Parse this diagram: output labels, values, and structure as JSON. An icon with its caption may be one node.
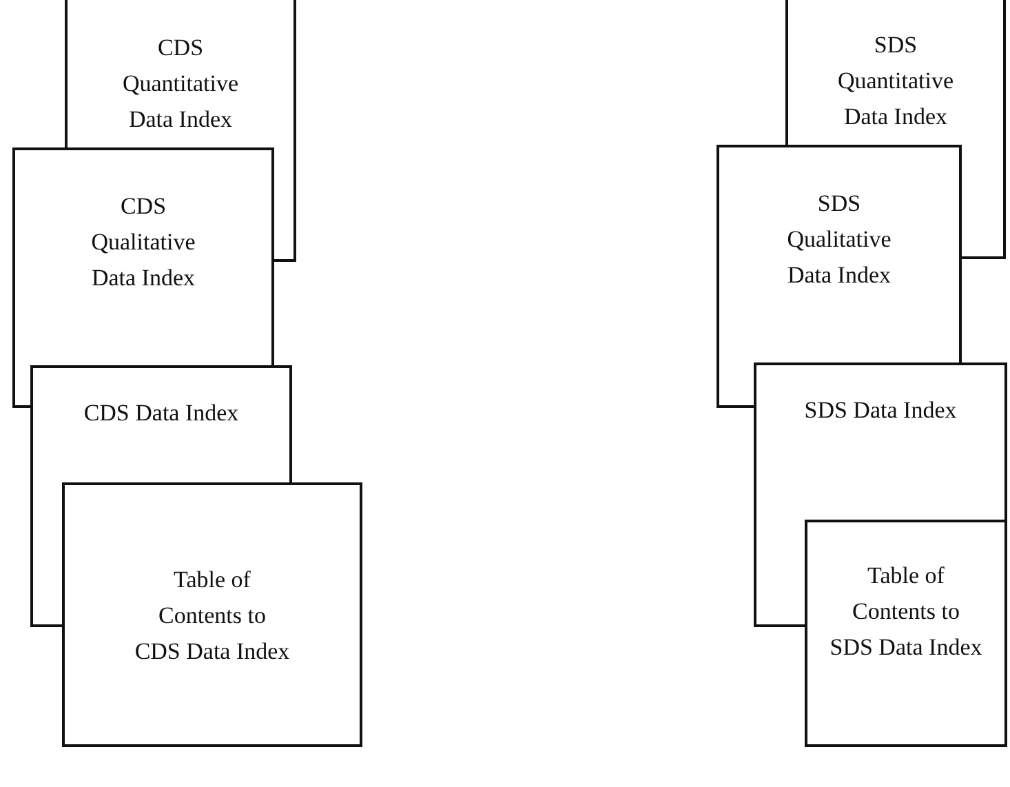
{
  "diagram": {
    "nodes": [
      {
        "text": [
          "CDS Quantitative Data Index"
        ]
      },
      {
        "text": [
          "CDS Qualitative Data Index"
        ]
      },
      {
        "text": [
          "CDS Data Index"
        ]
      },
      {
        "text": [
          "Table of Contents to CDS Data Index"
        ]
      },
      {
        "text": [
          "SDS Quantitative Data Index"
        ]
      },
      {
        "text": [
          "SDS Qualitative Data Index"
        ]
      },
      {
        "text": [
          "SDS Data Index"
        ]
      },
      {
        "text": [
          "Table of Contents to SDS Data Index"
        ]
      }
    ]
  }
}
